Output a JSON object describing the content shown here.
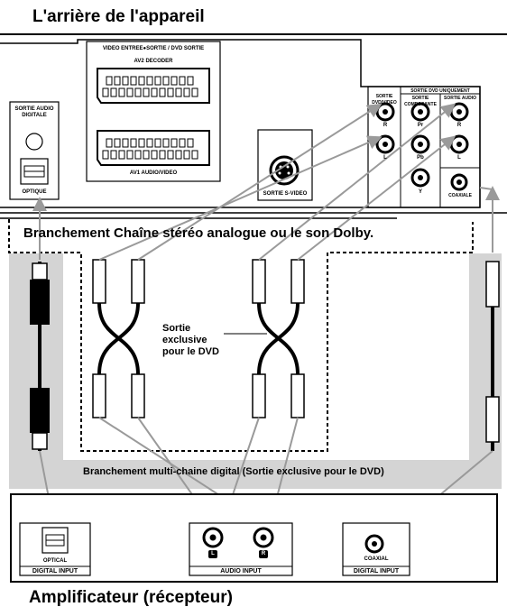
{
  "header": {
    "title": "L'arrière de l'appareil"
  },
  "footer": {
    "title": "Amplificateur (récepteur)"
  },
  "rear_panel": {
    "scart_header": "VIDEO ENTREE●SORTIE / DVD SORTIE",
    "av2": "AV2 DECODER",
    "av1": "AV1 AUDIO/VIDEO",
    "digital_audio_out": "SORTIE AUDIO DIGITALE",
    "optique": "OPTIQUE",
    "svideo": "SORTIE S-VIDEO",
    "dvd_only": "SORTIE DVD UNIQUEMENT",
    "sortie_dvd_video": "SORTIE DVD/VIDEO",
    "sortie_composante": "SORTIE COMPOSANTE",
    "sortie_audio": "SORTIE AUDIO",
    "coaxiale": "COAXIALE",
    "jack_r": "R",
    "jack_l": "L",
    "jack_pr": "Pr",
    "jack_pb": "Pb",
    "jack_y": "Y"
  },
  "connections": {
    "stereo_label": "Branchement Chaîne stéréo analogue ou le son Dolby.",
    "exclusive_label": "Sortie exclusive pour le DVD",
    "multichannel_label": "Branchement multi-chaine digital (Sortie exclusive pour le DVD)"
  },
  "amplifier": {
    "optical": "OPTICAL",
    "digital_input": "DIGITAL INPUT",
    "audio_input": "AUDIO INPUT",
    "coaxial": "COAXIAL",
    "digital_input_2": "DIGITAL INPUT",
    "l_badge": "L",
    "r_badge": "R"
  },
  "colors": {
    "cable_gray": "#9a9a9a",
    "band_gray": "#d4d4d4"
  }
}
